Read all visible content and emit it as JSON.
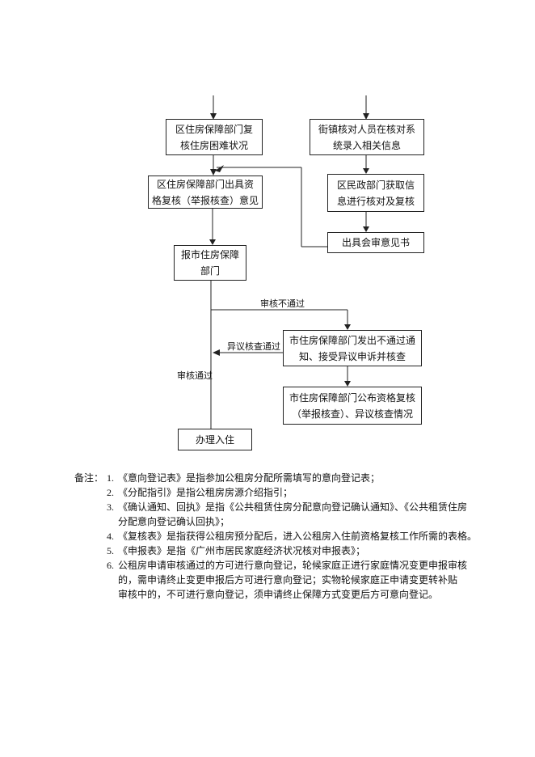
{
  "flowchart": {
    "line_color": "#222222",
    "boxes": [
      {
        "id": "district-recheck",
        "text": "区住房保障部门复\n核住房困难状况"
      },
      {
        "id": "street-input",
        "text": "街镇核对人员在核对系\n统录入相关信息"
      },
      {
        "id": "district-opinion",
        "text": "区住房保障部门出具资\n格复核（举报核查）意见"
      },
      {
        "id": "civil-affairs-check",
        "text": "区民政部门获取信\n息进行核对及复核"
      },
      {
        "id": "joint-review-opinion",
        "text": "出具会审意见书"
      },
      {
        "id": "report-city-dept",
        "text": "报市住房保障\n部门"
      },
      {
        "id": "city-fail-notice",
        "text": "市住房保障部门发出不通过通\n知、接受异议申诉并核查"
      },
      {
        "id": "city-publish-result",
        "text": "市住房保障部门公布资格复核\n（举报核查）、异议核查情况"
      },
      {
        "id": "move-in",
        "text": "办理入住"
      }
    ],
    "edge_labels": [
      {
        "id": "review-fail",
        "text": "审核不通过"
      },
      {
        "id": "objection-check-pass",
        "text": "异议核查通过"
      },
      {
        "id": "review-pass",
        "text": "审核通过"
      }
    ]
  },
  "notes": {
    "label": "备注：",
    "items": [
      {
        "num": "1.",
        "text": "《意向登记表》是指参加公租房分配所需填写的意向登记表；"
      },
      {
        "num": "2.",
        "text": "《分配指引》是指公租房房源介绍指引；"
      },
      {
        "num": "3.",
        "text": "《确认通知、回执》是指《公共租赁住房分配意向登记确认通知》、《公共租赁住房\n分配意向登记确认回执》；"
      },
      {
        "num": "4.",
        "text": "《复核表》是指获得公租房预分配后，进入公租房入住前资格复核工作所需的表格。"
      },
      {
        "num": "5.",
        "text": "《申报表》是指《广州市居民家庭经济状况核对申报表》；"
      },
      {
        "num": "6.",
        "text": "公租房申请审核通过的方可进行意向登记，轮候家庭正进行家庭情况变更申报审核\n的，需申请终止变更申报后方可进行意向登记；实物轮候家庭正申请变更转补贴\n审核中的，不可进行意向登记，须申请终止保障方式变更后方可意向登记。"
      }
    ]
  }
}
